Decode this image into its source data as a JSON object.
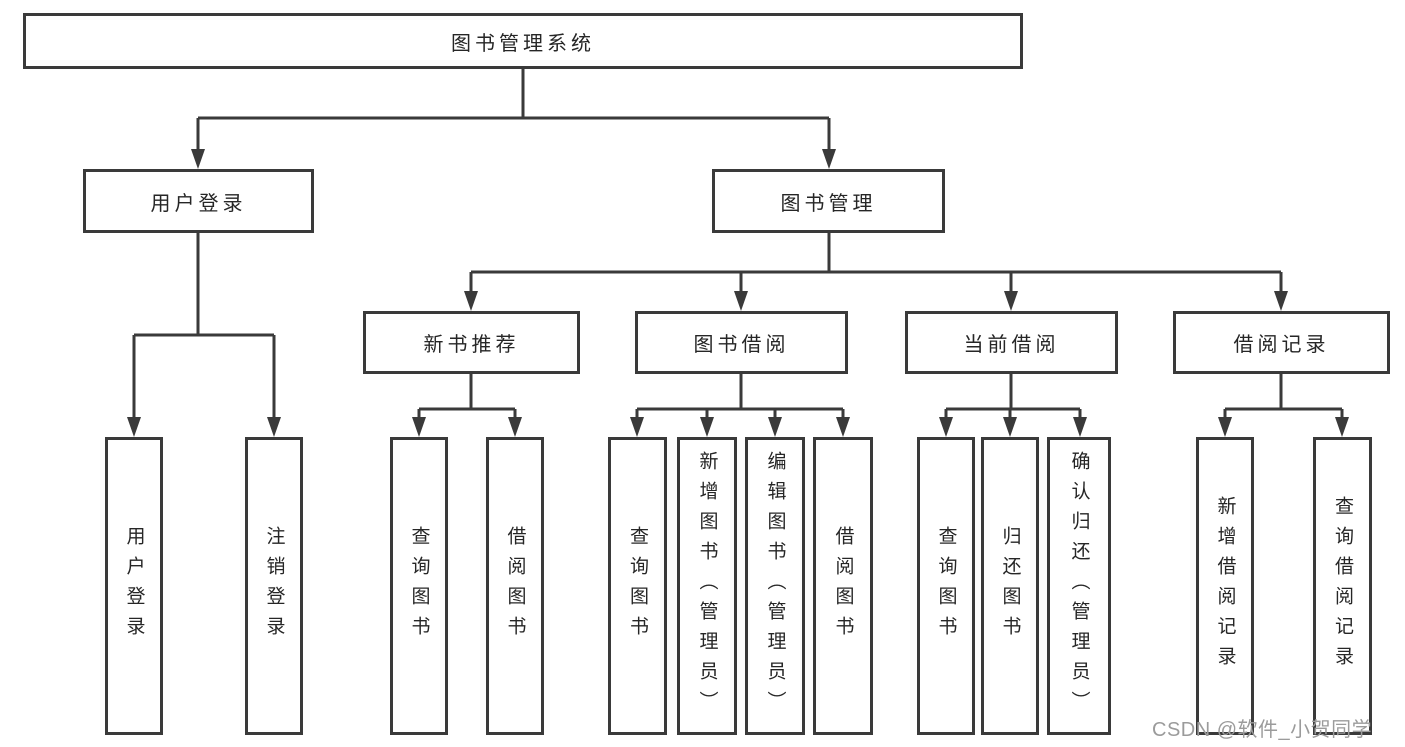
{
  "diagram": {
    "root": {
      "label": "图书管理系统"
    },
    "level2": {
      "user_login": {
        "label": "用户登录"
      },
      "book_mgmt": {
        "label": "图书管理"
      }
    },
    "level3": {
      "new_books": {
        "label": "新书推荐"
      },
      "book_borrow": {
        "label": "图书借阅"
      },
      "current_borrow": {
        "label": "当前借阅"
      },
      "borrow_records": {
        "label": "借阅记录"
      }
    },
    "leaves": {
      "user_login": [
        "用户登录",
        "注销登录"
      ],
      "new_books": [
        "查询图书",
        "借阅图书"
      ],
      "book_borrow": [
        "查询图书",
        "新增图书（管理员）",
        "编辑图书（管理员）",
        "借阅图书"
      ],
      "current_borrow": [
        "查询图书",
        "归还图书",
        "确认归还（管理员）"
      ],
      "borrow_records": [
        "新增借阅记录",
        "查询借阅记录"
      ]
    },
    "watermark": "CSDN @软件_小贺同学",
    "colors": {
      "line": "#3a3a3a",
      "text": "#262626",
      "watermark": "#9b9b9b",
      "background": "#ffffff"
    }
  }
}
